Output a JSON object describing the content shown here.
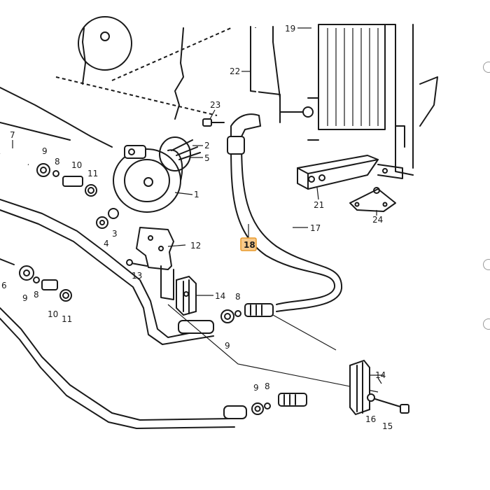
{
  "callouts": [
    {
      "id": "19",
      "text": "19"
    },
    {
      "id": "22",
      "text": "22"
    },
    {
      "id": "23",
      "text": "23"
    },
    {
      "id": "2",
      "text": "2"
    },
    {
      "id": "5",
      "text": "5"
    },
    {
      "id": "1",
      "text": "1"
    },
    {
      "id": "7",
      "text": "7"
    },
    {
      "id": "9a",
      "text": "9"
    },
    {
      "id": "8a",
      "text": "8"
    },
    {
      "id": "10a",
      "text": "10"
    },
    {
      "id": "11a",
      "text": "11"
    },
    {
      "id": "3",
      "text": "3"
    },
    {
      "id": "4",
      "text": "4"
    },
    {
      "id": "12",
      "text": "12"
    },
    {
      "id": "13",
      "text": "13"
    },
    {
      "id": "6",
      "text": "6"
    },
    {
      "id": "9b",
      "text": "9"
    },
    {
      "id": "8b",
      "text": "8"
    },
    {
      "id": "10b",
      "text": "10"
    },
    {
      "id": "11b",
      "text": "11"
    },
    {
      "id": "14a",
      "text": "14"
    },
    {
      "id": "8c",
      "text": "8"
    },
    {
      "id": "9c",
      "text": "9"
    },
    {
      "id": "17",
      "text": "17"
    },
    {
      "id": "21",
      "text": "21"
    },
    {
      "id": "24",
      "text": "24"
    },
    {
      "id": "14b",
      "text": "14"
    },
    {
      "id": "9d",
      "text": "9"
    },
    {
      "id": "8d",
      "text": "8"
    },
    {
      "id": "16",
      "text": "16"
    },
    {
      "id": "15",
      "text": "15"
    }
  ],
  "highlight": {
    "text": "18",
    "fill": "#f7c98a",
    "border": "#e89a2c"
  }
}
